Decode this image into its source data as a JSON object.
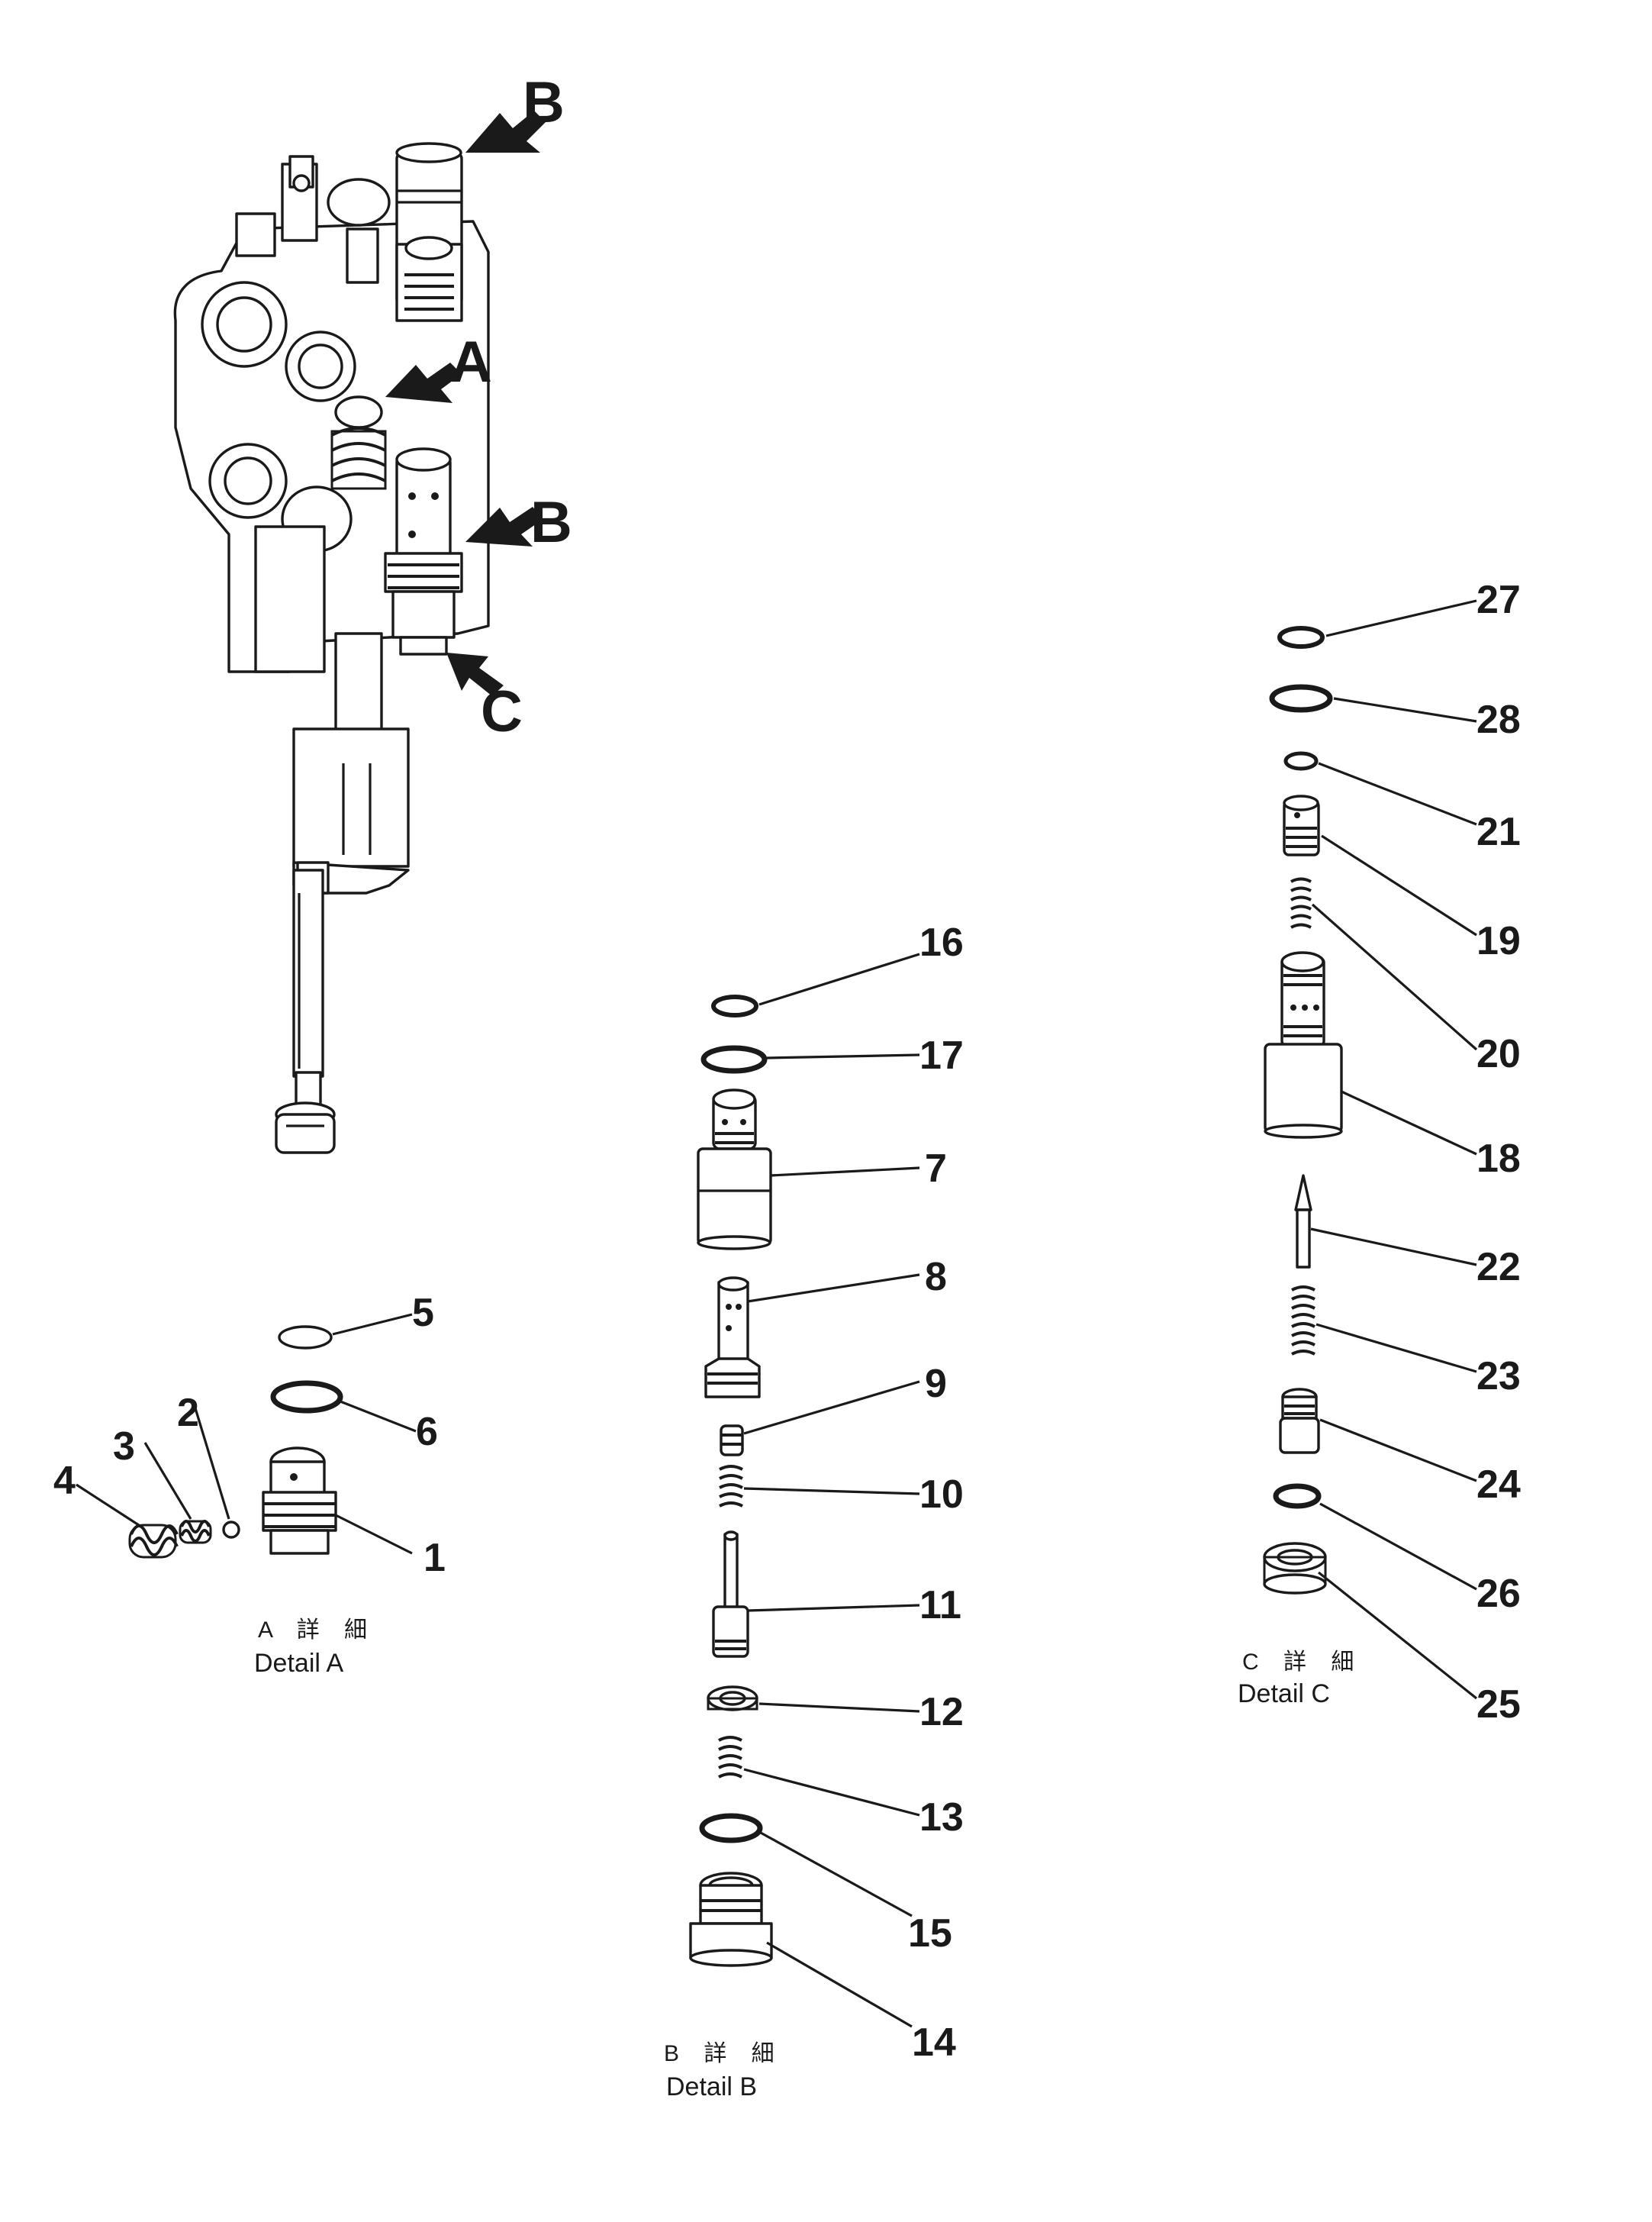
{
  "callouts": {
    "b_top": "B",
    "a": "A",
    "b_mid": "B",
    "c": "C"
  },
  "captions": {
    "detail_a_ja": "A 詳 細",
    "detail_a_en": "Detail A",
    "detail_b_ja": "B 詳 細",
    "detail_b_en": "Detail B",
    "detail_c_ja": "C 詳 細",
    "detail_c_en": "Detail C"
  },
  "part_numbers": {
    "p1": "1",
    "p2": "2",
    "p3": "3",
    "p4": "4",
    "p5": "5",
    "p6": "6",
    "p7": "7",
    "p8": "8",
    "p9": "9",
    "p10": "10",
    "p11": "11",
    "p12": "12",
    "p13": "13",
    "p14": "14",
    "p15": "15",
    "p16": "16",
    "p17": "17",
    "p18": "18",
    "p19": "19",
    "p20": "20",
    "p21": "21",
    "p22": "22",
    "p23": "23",
    "p24": "24",
    "p25": "25",
    "p26": "26",
    "p27": "27",
    "p28": "28"
  },
  "colors": {
    "ink": "#1a1a1a",
    "paper": "#ffffff"
  }
}
